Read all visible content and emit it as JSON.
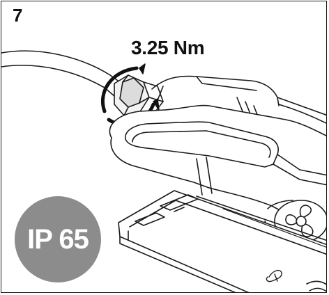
{
  "step": {
    "number": "7"
  },
  "annotations": {
    "torque": "3.25 Nm",
    "ip_rating": "IP 65"
  },
  "colors": {
    "badge": "#8c8c8c",
    "line": "#1a1a1a",
    "shade": "#e6e6e6"
  },
  "icons": [
    "tighten-rotation-icon",
    "cable-gland-icon",
    "ip-rating-badge"
  ]
}
